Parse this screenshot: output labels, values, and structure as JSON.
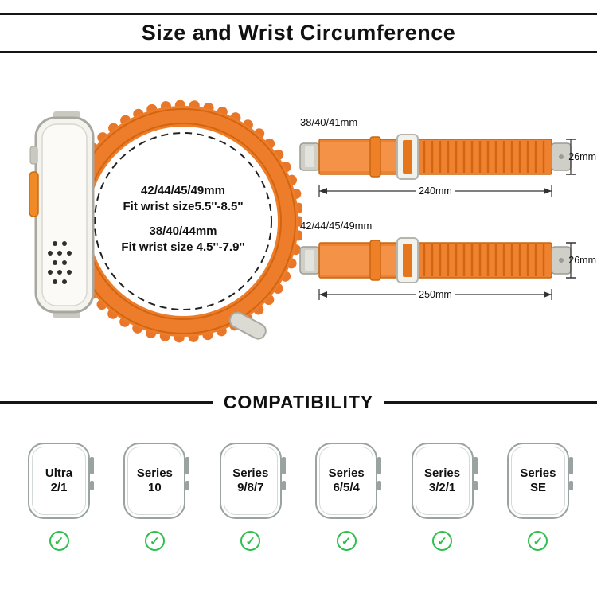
{
  "title": "Size and Wrist Circumference",
  "watch_info": {
    "lines": [
      "42/44/45/49mm",
      "Fit wrist size5.5''-8.5''",
      "38/40/44mm",
      "Fit wrist size 4.5''-7.9''"
    ]
  },
  "bands": [
    {
      "label": "38/40/41mm",
      "width": "26mm",
      "length": "240mm"
    },
    {
      "label": "42/44/45/49mm",
      "width": "26mm",
      "length": "250mm"
    }
  ],
  "compatibility": {
    "heading": "COMPATIBILITY",
    "check_glyph": "✓",
    "models": [
      {
        "line1": "Ultra",
        "line2": "2/1"
      },
      {
        "line1": "Series",
        "line2": "10"
      },
      {
        "line1": "Series",
        "line2": "9/8/7"
      },
      {
        "line1": "Series",
        "line2": "6/5/4"
      },
      {
        "line1": "Series",
        "line2": "3/2/1"
      },
      {
        "line1": "Series",
        "line2": "SE"
      }
    ]
  },
  "colors": {
    "band_orange": "#ED7D2B",
    "band_dark": "#D2650E",
    "check_green": "#2FBF4F",
    "frame_grey": "#9AA2A2"
  }
}
